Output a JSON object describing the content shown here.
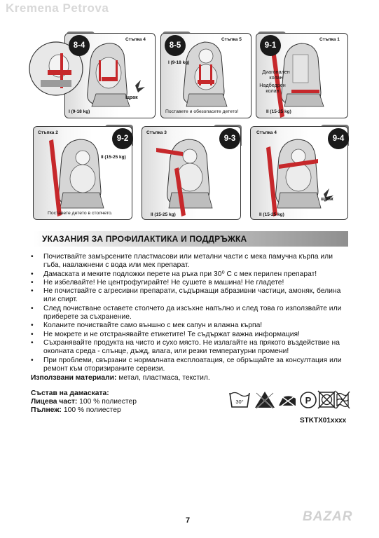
{
  "watermark": "Kremena Petrova",
  "panels": [
    {
      "badge": "8-4",
      "step": "Стъпка 4",
      "weight": "I (9-18 kg)",
      "note": "щрак"
    },
    {
      "badge": "8-5",
      "step": "Стъпка 5",
      "weight": "I (9-18 kg)",
      "note": "Поставете и обезопасете детето!"
    },
    {
      "badge": "9-1",
      "step": "Стъпка 1",
      "weight": "II (15-25 kg)",
      "label1": "Диагонален колан",
      "label2": "Надбедрен колан"
    },
    {
      "badge": "9-2",
      "step": "Стъпка 2",
      "weight": "II (15-25 kg)",
      "note": "Поставете детето в столчето."
    },
    {
      "badge": "9-3",
      "step": "Стъпка 3",
      "weight": "II (15-25 kg)"
    },
    {
      "badge": "9-4",
      "step": "Стъпка 4",
      "weight": "II (15-25 kg)",
      "note": "щрак"
    }
  ],
  "section_title": "УКАЗАНИЯ ЗА ПРОФИЛАКТИКА И ПОДДРЪЖКА",
  "bullet_symbol": "•",
  "bullets": [
    "Почиствайте замърсените пластмасови или метални части с мека памучна кърпа или гъба, навлажнени с вода или мек препарат.",
    "Дамаската и меките подложки перете на ръка при 30⁰ С с мек перилен препарат!",
    "Не избелвайте! Не центрофугирайте! Не сушете в машина! Не гладете!",
    "Не почиствайте с агресивни препарати, съдържащи абразивни частици, амоняк, белина или спирт.",
    "След почистване оставете столчето да изсъхне напълно и след това го използвайте или приберете за съхранение.",
    "Коланите почиствайте само външно с мек сапун и влажна кърпа!",
    "Не мокрете и не отстранявайте етикетите! Те съдържат важна информация!",
    "Съхранявайте продукта на чисто и сухо място. Не излагайте на прякото въздействие на околната среда - слънце, дъжд, влага, или резки температурни промени!",
    "При проблеми, свързани с нормалната експлоатация, се обръщайте за консултация или ремонт към оторизираните сервизи."
  ],
  "materials_label": "Използвани материали:",
  "materials_value": " метал, пластмаса, текстил.",
  "fabric_heading": "Състав на дамаската:",
  "face_label": "Лицева част:",
  "face_value": " 100 % полиестер",
  "fill_label": "Пълнеж:",
  "fill_value": " 100 % полиестер",
  "care_wash_temp": "30°",
  "care_dryclean_letter": "P",
  "product_code": "STKTX01xxxx",
  "page_number": "7",
  "bazar_mark": "BAZAR"
}
